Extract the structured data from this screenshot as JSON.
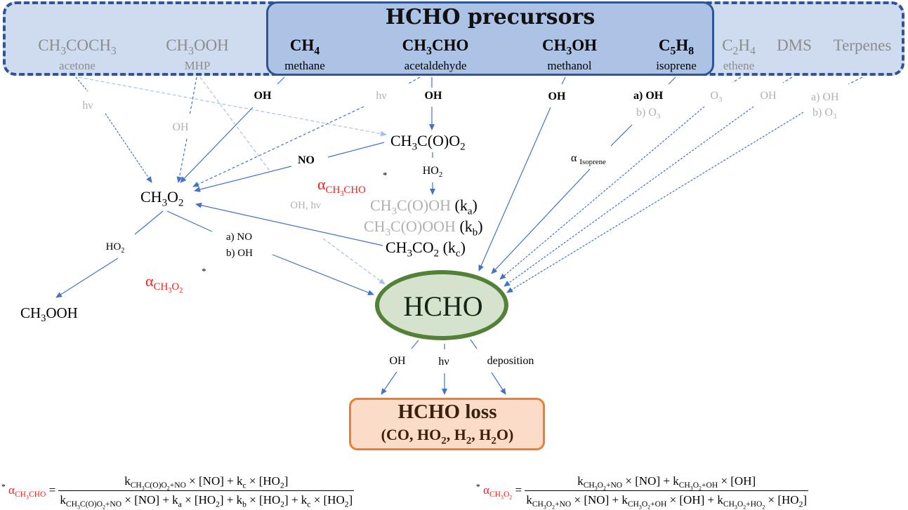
{
  "precursors": {
    "title": "HCHO precursors",
    "main": [
      {
        "formula_html": "CH<sub>4</sub>",
        "name": "methane"
      },
      {
        "formula_html": "CH<sub>3</sub>CHO",
        "name": "acetaldehyde"
      },
      {
        "formula_html": "CH<sub>3</sub>OH",
        "name": "methanol"
      },
      {
        "formula_html": "C<sub>5</sub>H<sub>8</sub>",
        "name": "isoprene"
      }
    ],
    "minor": [
      {
        "formula_html": "CH<sub>3</sub>COCH<sub>3</sub>",
        "name": "acetone"
      },
      {
        "formula_html": "CH<sub>3</sub>OOH",
        "name": "MHP"
      },
      {
        "formula_html": "C<sub>2</sub>H<sub>4</sub>",
        "name": "ethene"
      },
      {
        "formula_html": "DMS",
        "name": ""
      },
      {
        "formula_html": "Terpenes",
        "name": ""
      }
    ]
  },
  "reaction_labels": {
    "acetone_hv": "hν",
    "mhp_oh": "OH",
    "methane_oh": "OH",
    "acetaldehyde_hv": "hν",
    "acetaldehyde_oh": "OH",
    "methanol_oh": "OH",
    "isoprene_a": "a) OH",
    "isoprene_b_html": "b) O<sub>3</sub>",
    "ethene_o3_html": "O<sub>3</sub>",
    "dms_oh": "OH",
    "terpenes_a": "a) OH",
    "terpenes_b_html": "b) O<sub>3</sub>",
    "no": "NO",
    "ho2_acetyl_html": "HO<sub>2</sub>",
    "mhp_oh_hv": "OH, hν",
    "ch3o2_ho2_html": "HO<sub>2</sub>",
    "ch3o2_a": "a) NO",
    "ch3o2_b": "b) OH",
    "alpha_isoprene_html": "α <sub>Isoprene</sub>",
    "loss_oh": "OH",
    "loss_hv": "hν",
    "loss_deposition": "deposition"
  },
  "species": {
    "ch3o2_html": "CH<sub>3</sub>O<sub>2</sub>",
    "ch3ooh_html": "CH<sub>3</sub>OOH",
    "ch3co3_html": "CH<sub>3</sub>C(O)O<sub>2</sub>",
    "acetic_acid_html": "<span class=\"lgray\">CH<sub>3</sub>C(O)OH</span> (k<sub>a</sub>)",
    "peracetic_acid_html": "<span class=\"lgray\">CH<sub>3</sub>C(O)OOH</span> (k<sub>b</sub>)",
    "ch3co2_html": "CH<sub>3</sub>CO<sub>2</sub> (k<sub>c</sub>)",
    "alpha_ch3cho_html": "α<sub>CH<sub>3</sub>CHO</sub>",
    "alpha_ch3o2_html": "α<sub>CH<sub>3</sub>O<sub>2</sub></sub>",
    "asterisk": "*"
  },
  "hcho": {
    "label": "HCHO"
  },
  "loss": {
    "title": "HCHO loss",
    "products_html": "(CO, HO<sub>2</sub>, H<sub>2</sub>, H<sub>2</sub>O)"
  },
  "formulas": {
    "alpha_ch3cho": {
      "lhs_html": "<sup>*</sup> <span class=\"red\">α<sub>CH<sub>3</sub>CHO</sub></span> =",
      "numerator_html": "k<sub>CH<sub>3</sub>C(O)O<sub>2</sub>+NO</sub> × [NO] + k<sub>c</sub> × [HO<sub>2</sub>]",
      "denominator_html": "k<sub>CH<sub>3</sub>C(O)O<sub>2</sub>+NO</sub> × [NO] + k<sub>a</sub> × [HO<sub>2</sub>] + k<sub>b</sub> × [HO<sub>2</sub>] + k<sub>c</sub> × [HO<sub>2</sub>]"
    },
    "alpha_ch3o2": {
      "lhs_html": "<sup>*</sup> <span class=\"red\">α<sub>CH<sub>3</sub>O<sub>2</sub></sub></span> =",
      "numerator_html": "k<sub>CH<sub>3</sub>O<sub>2</sub>+NO</sub> × [NO] + k<sub>CH<sub>3</sub>O<sub>2</sub>+OH</sub> × [OH]",
      "denominator_html": "k<sub>CH<sub>3</sub>O<sub>2</sub>+NO</sub> × [NO] + k<sub>CH<sub>3</sub>O<sub>2</sub>+OH</sub> × [OH] + k<sub>CH<sub>3</sub>O<sub>2</sub>+HO<sub>2</sub></sub> × [HO<sub>2</sub>]"
    }
  },
  "colors": {
    "arrow": "#4472c4",
    "arrow_light": "#9db7e3",
    "precursor_border": "#2f5597",
    "hcho_border": "#538135",
    "loss_border": "#ed7d31",
    "alpha": "#ff1a1a"
  }
}
